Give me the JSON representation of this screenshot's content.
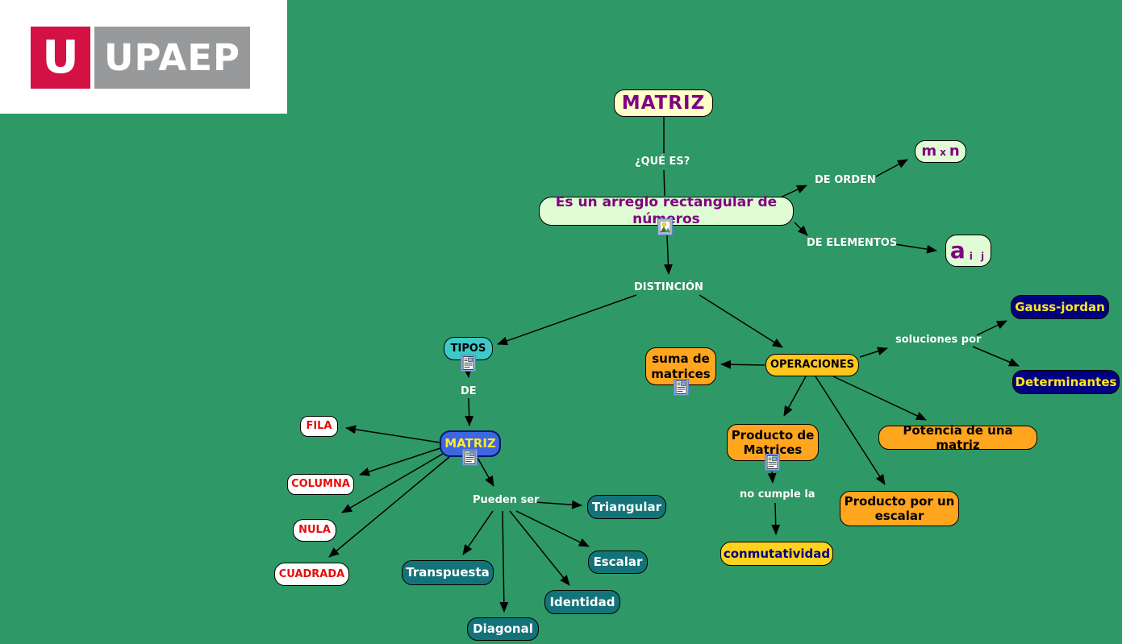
{
  "palette": {
    "background": "#2E9966",
    "node_cream": "#FFFFC8",
    "node_light_green": "#DFFCD4",
    "node_teal": "#3FC8C8",
    "node_dark_teal": "#137379",
    "node_blue": "#3E66E0",
    "node_navy": "#000080",
    "node_orange": "#FFA51E",
    "node_gold": "#FFC61E",
    "node_yellow": "#FFD21E",
    "text_purple": "#800080",
    "text_red": "#E60D0D",
    "text_yellow": "#FFE836",
    "logo_red": "#D31145",
    "logo_gray": "#97999B",
    "line_color": "#000000"
  },
  "logo": {
    "letter": "U",
    "text": "UPAEP"
  },
  "concepts": {
    "matriz_title": "MATRIZ",
    "arreglo": "Es un arreglo rectangular de números",
    "mxn_m": "m",
    "mxn_x": "x",
    "mxn_n": "n",
    "aij_base": "a",
    "aij_sub": "i j",
    "tipos": "TIPOS",
    "matriz_tipo": "MATRIZ",
    "fila": "FILA",
    "columna": "COLUMNA",
    "nula": "NULA",
    "cuadrada": "CUADRADA",
    "triangular": "Triangular",
    "escalar": "Escalar",
    "identidad": "Identidad",
    "diagonal": "Diagonal",
    "transpuesta": "Transpuesta",
    "operaciones": "OPERACIONES",
    "suma": "suma de\nmatrices",
    "gauss_jordan": "Gauss-jordan",
    "determinantes": "Determinantes",
    "producto_matrices": "Producto de\nMatrices",
    "potencia": "Potencia de una matriz",
    "producto_escalar": "Producto por un\nescalar",
    "conmutatividad": "conmutatividad"
  },
  "linking_phrases": {
    "que_es": "¿QUÉ ES?",
    "de_orden": "DE ORDEN",
    "de_elementos": "DE ELEMENTOS",
    "distincion": "DISTINCIÓN",
    "de": "DE",
    "pueden_ser": "Pueden ser",
    "soluciones_por": "soluciones por",
    "no_cumple_la": "no cumple la"
  },
  "icons": {
    "image_resource": "image-resource-icon",
    "document_resource": "document-resource-icon"
  }
}
